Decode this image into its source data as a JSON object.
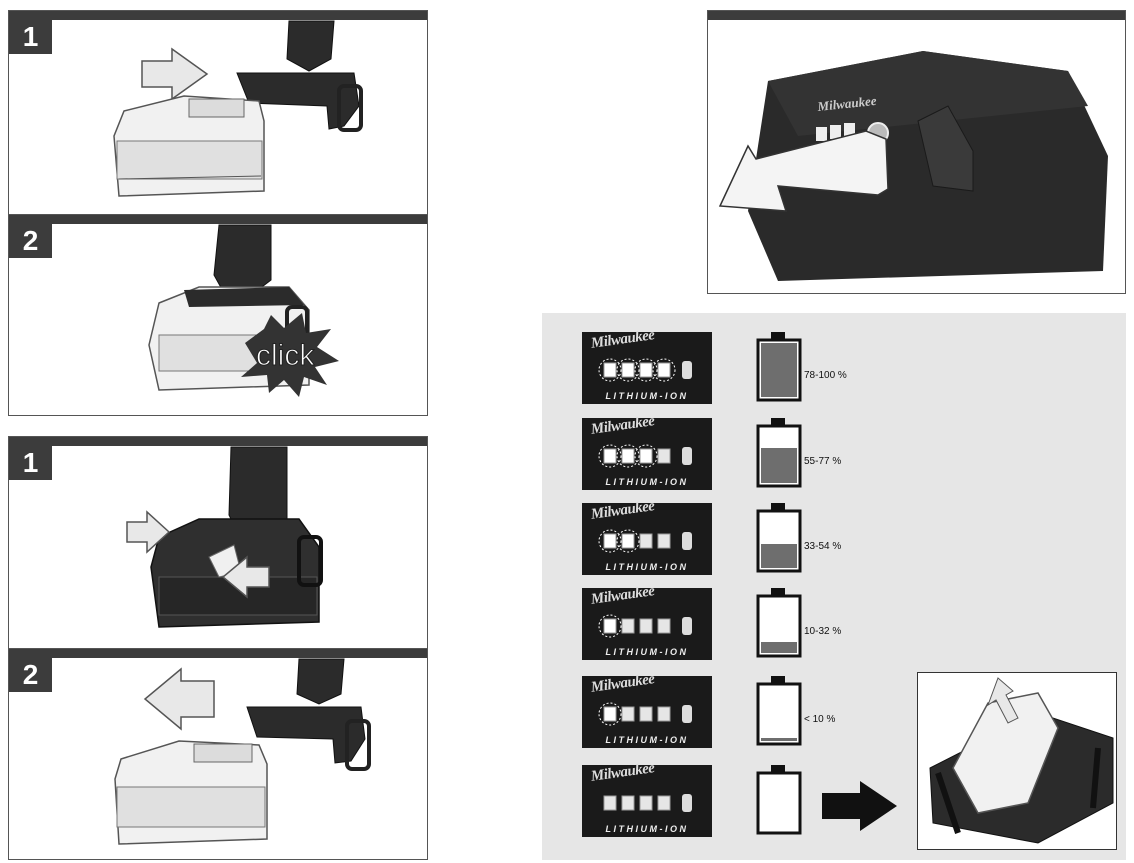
{
  "steps_insert": [
    "1",
    "2"
  ],
  "steps_remove": [
    "1",
    "2"
  ],
  "click_label": "click",
  "brand": "Milwaukee",
  "battery_type": "LITHIUM-ION",
  "levels": [
    {
      "label": "78-100 %",
      "fill": 1.0,
      "leds_lit": 4
    },
    {
      "label": "55-77 %",
      "fill": 0.65,
      "leds_lit": 3
    },
    {
      "label": "33-54 %",
      "fill": 0.45,
      "leds_lit": 2
    },
    {
      "label": "10-32 %",
      "fill": 0.2,
      "leds_lit": 1
    },
    {
      "label": "< 10 %",
      "fill": 0.06,
      "leds_lit": 1
    },
    {
      "label": "",
      "fill": 0.0,
      "leds_lit": 0
    }
  ],
  "colors": {
    "bar": "#3c3c3c",
    "legend_bg": "#e6e6e6",
    "battery_fill": "#6e6e6e"
  }
}
